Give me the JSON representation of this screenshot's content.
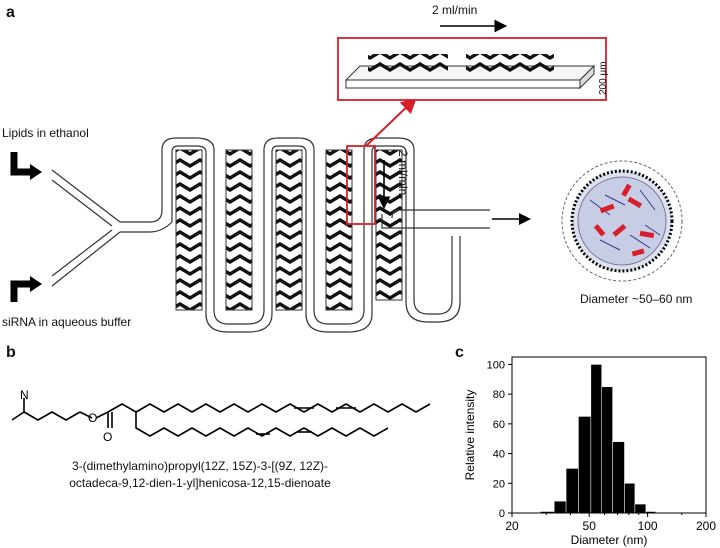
{
  "panels": {
    "a": "a",
    "b": "b",
    "c": "c"
  },
  "microfluidics": {
    "inlet_lipids": "Lipids in ethanol",
    "inlet_sirna": "siRNA in aqueous buffer",
    "flow_rate_top": "2 ml/min",
    "flow_rate_side": "2 ml/min",
    "channel_height": "200 µm",
    "particle_label": "Diameter ~50–60 nm"
  },
  "molecule": {
    "name_line1": "3-(dimethylamino)propyl(12Z, 15Z)-3-[(9Z, 12Z)-",
    "name_line2": "octadeca-9,12-dien-1-yl]henicosa-12,15-dienoate"
  },
  "chart_data": {
    "type": "bar",
    "xscale": "log",
    "xlabel": "Diameter (nm)",
    "ylabel": "Relative intensity",
    "xticks": [
      20,
      50,
      100,
      200
    ],
    "yticks": [
      0,
      20,
      40,
      60,
      80,
      100
    ],
    "ylim": [
      0,
      105
    ],
    "xlim": [
      20,
      200
    ],
    "bins": [
      {
        "x0": 28,
        "x1": 33,
        "value": 1
      },
      {
        "x0": 33,
        "x1": 38,
        "value": 8
      },
      {
        "x0": 38,
        "x1": 44,
        "value": 30
      },
      {
        "x0": 44,
        "x1": 51,
        "value": 65
      },
      {
        "x0": 51,
        "x1": 58,
        "value": 100
      },
      {
        "x0": 58,
        "x1": 66,
        "value": 85
      },
      {
        "x0": 66,
        "x1": 76,
        "value": 48
      },
      {
        "x0": 76,
        "x1": 86,
        "value": 20
      },
      {
        "x0": 86,
        "x1": 98,
        "value": 6
      },
      {
        "x0": 98,
        "x1": 110,
        "value": 1
      }
    ],
    "bar_color": "#000000"
  }
}
